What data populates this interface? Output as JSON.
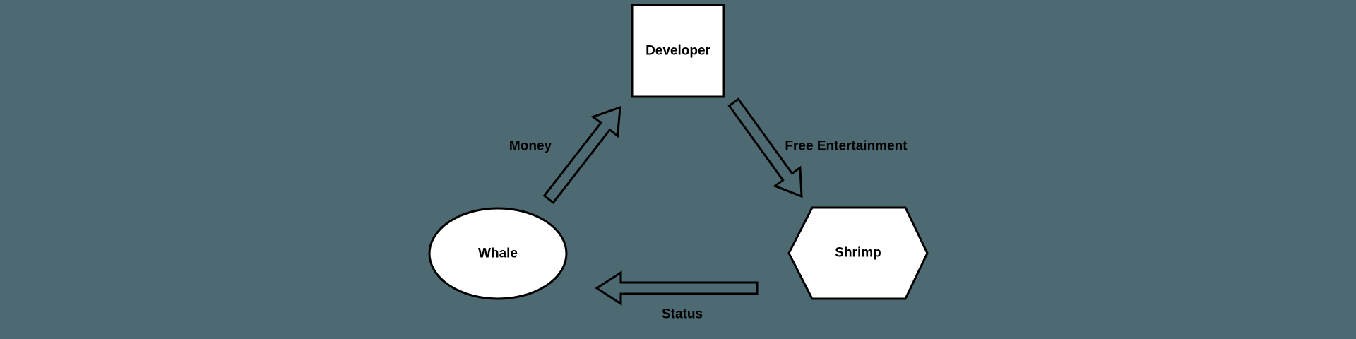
{
  "canvas": {
    "background": "#4d6971",
    "node_fill": "#ffffff",
    "stroke": "#000000",
    "label_color": "#000000"
  },
  "diagram": {
    "nodes": [
      {
        "id": "developer",
        "label": "Developer",
        "shape": "square"
      },
      {
        "id": "whale",
        "label": "Whale",
        "shape": "ellipse"
      },
      {
        "id": "shrimp",
        "label": "Shrimp",
        "shape": "hexagon"
      }
    ],
    "edges": [
      {
        "from": "whale",
        "to": "developer",
        "label": "Money"
      },
      {
        "from": "developer",
        "to": "shrimp",
        "label": "Free Entertainment"
      },
      {
        "from": "shrimp",
        "to": "whale",
        "label": "Status"
      }
    ]
  }
}
